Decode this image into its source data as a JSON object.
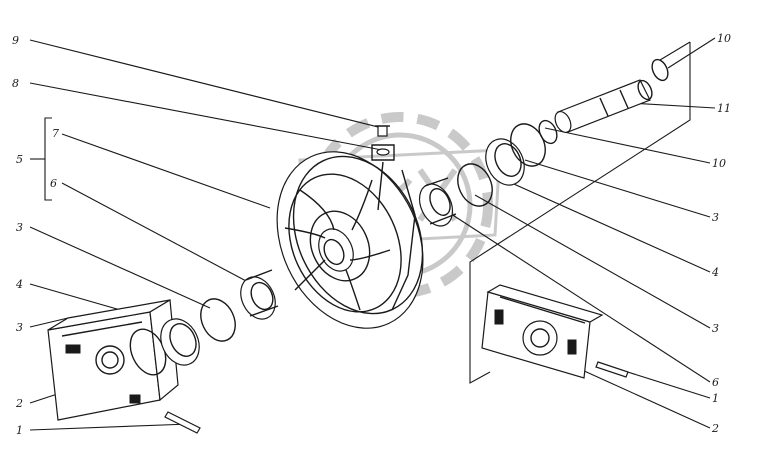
{
  "callouts": {
    "left": [
      {
        "id": "c9",
        "text": "9"
      },
      {
        "id": "c8",
        "text": "8"
      },
      {
        "id": "c5",
        "text": "5"
      },
      {
        "id": "c7",
        "text": "7"
      },
      {
        "id": "c6",
        "text": "6"
      },
      {
        "id": "c3a",
        "text": "3"
      },
      {
        "id": "c4",
        "text": "4"
      },
      {
        "id": "c3b",
        "text": "3"
      },
      {
        "id": "c2",
        "text": "2"
      },
      {
        "id": "c1",
        "text": "1"
      }
    ],
    "right": [
      {
        "id": "r10a",
        "text": "10"
      },
      {
        "id": "r11",
        "text": "11"
      },
      {
        "id": "r10b",
        "text": "10"
      },
      {
        "id": "r3a",
        "text": "3"
      },
      {
        "id": "r4",
        "text": "4"
      },
      {
        "id": "r3b",
        "text": "3"
      },
      {
        "id": "r6",
        "text": "6"
      },
      {
        "id": "r1",
        "text": "1"
      },
      {
        "id": "r2",
        "text": "2"
      }
    ]
  },
  "colors": {
    "ink": "#1a1a1a",
    "watermark": "#c9c9c9"
  }
}
